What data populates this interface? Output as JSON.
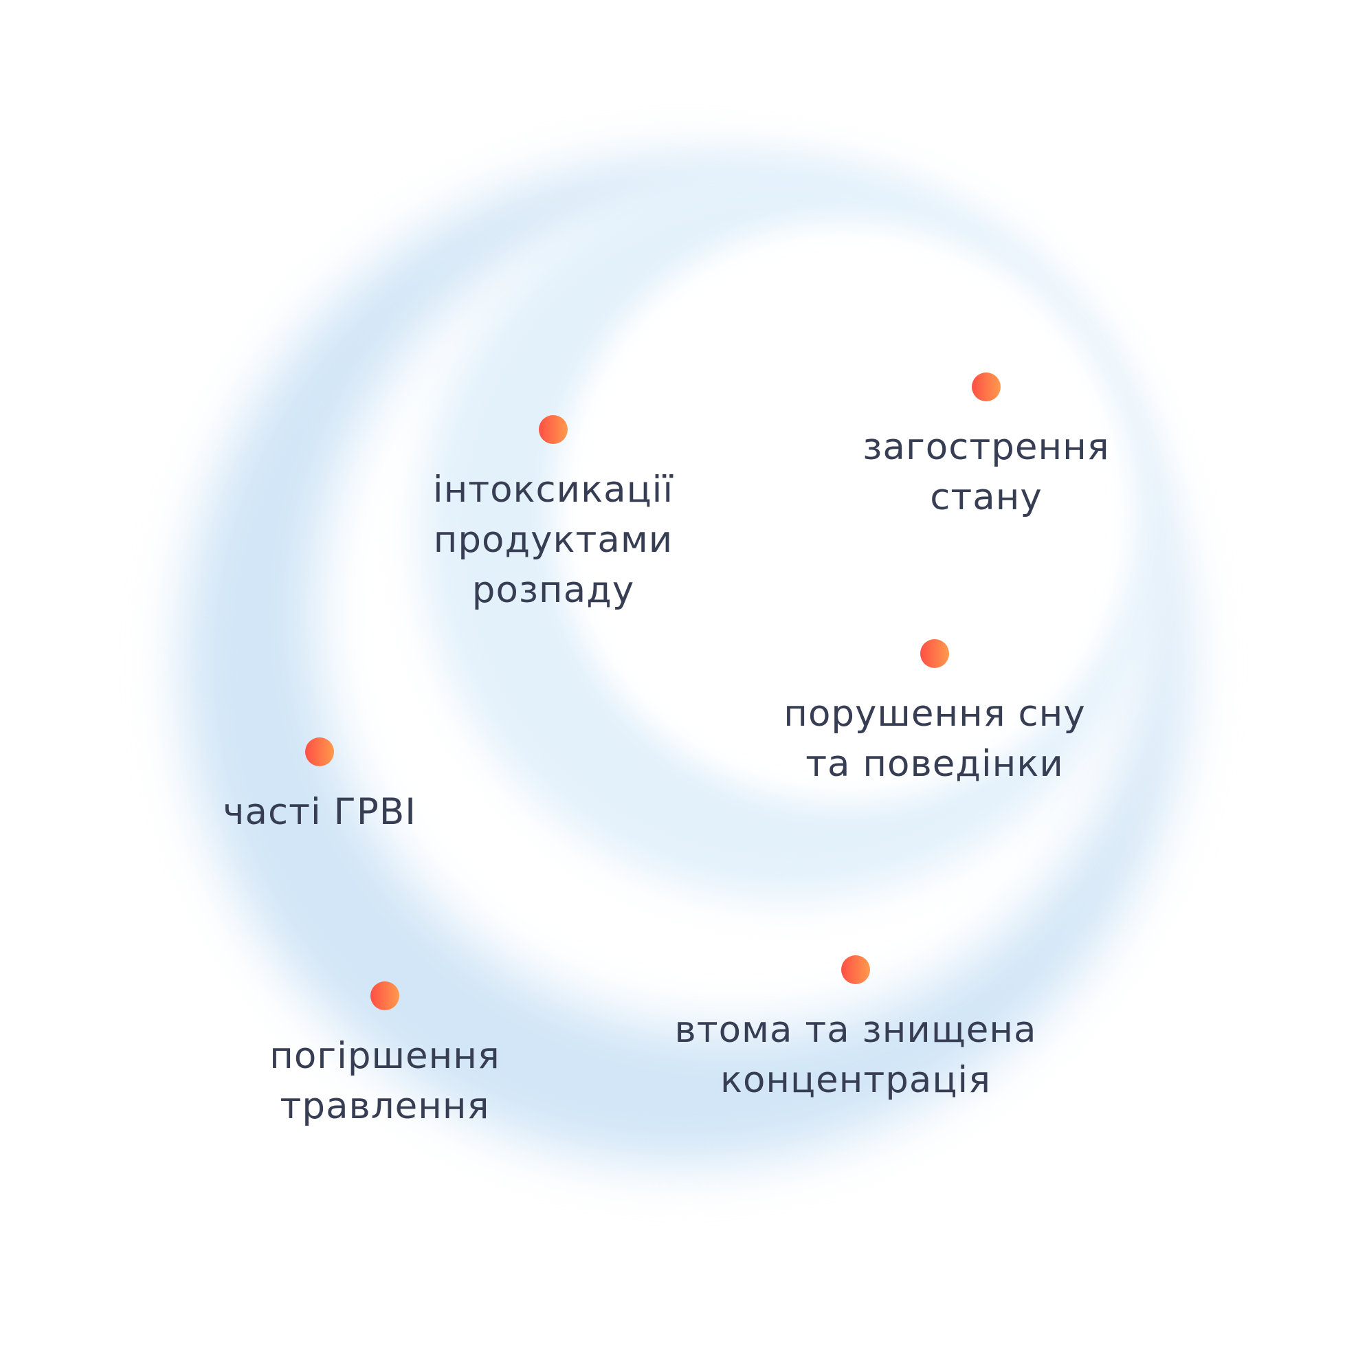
{
  "colors": {
    "background": "#ffffff",
    "ring_outer": "#d2e6f7",
    "ring_inner": "#e3f1fb",
    "dot_start": "#ff4f45",
    "dot_end": "#ff9a4d",
    "text": "#373e54"
  },
  "items": [
    {
      "label": "інтоксикації\nпродуктами\nрозпаду"
    },
    {
      "label": "загострення\nстану"
    },
    {
      "label": "порушення сну\nта поведінки"
    },
    {
      "label": "часті ГРВІ"
    },
    {
      "label": "погіршення\nтравлення"
    },
    {
      "label": "втома та знищена\nконцентрація"
    }
  ]
}
